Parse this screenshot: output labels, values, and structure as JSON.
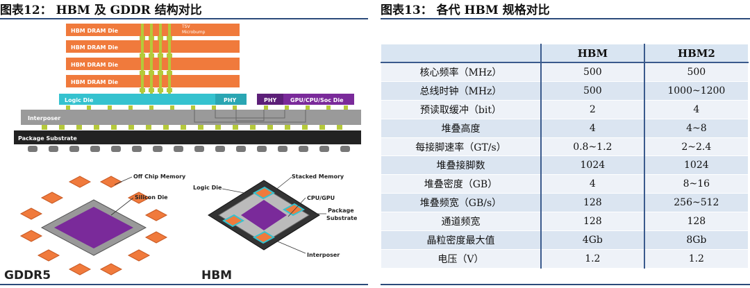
{
  "left_figure": {
    "title": "图表12：  HBM 及 GDDR 结构对比",
    "dram_die_label": "HBM DRAM Die",
    "tsv_label": "TSV",
    "microbump_label": "Microbump",
    "logic_die_label": "Logic Die",
    "phy_label": "PHY",
    "phy2_label": "PHY",
    "gpu_die_label": "GPU/CPU/Soc Die",
    "interposer_label": "Interposer",
    "package_substrate_label": "Package Substrate",
    "off_chip_memory_label": "Off Chip Memory",
    "silicon_die_label": "Silicon Die",
    "gddr5_label": "GDDR5",
    "hbm_logic_die_label": "Logic Die",
    "stacked_memory_label": "Stacked Memory",
    "cpu_gpu_label": "CPU/GPU",
    "package_label": "Package",
    "substrate_label": "Substrate",
    "hbm_interposer_label": "Interposer",
    "hbm_label": "HBM"
  },
  "right_figure": {
    "title": "图表13：   各代 HBM 规格对比",
    "table": {
      "headers": [
        "",
        "HBM",
        "HBM2"
      ],
      "rows": [
        [
          "核心频率（MHz）",
          "500",
          "500"
        ],
        [
          "总线时钟（MHz）",
          "500",
          "1000~1200"
        ],
        [
          "预读取缓冲（bit）",
          "2",
          "4"
        ],
        [
          "堆叠高度",
          "4",
          "4~8"
        ],
        [
          "每接脚速率（GT/s）",
          "0.8~1.2",
          "2~2.4"
        ],
        [
          "堆叠接脚数",
          "1024",
          "1024"
        ],
        [
          "堆叠密度（GB）",
          "4",
          "8~16"
        ],
        [
          "堆叠频宽（GB/s）",
          "128",
          "256~512"
        ],
        [
          "通道频宽",
          "128",
          "128"
        ],
        [
          "晶粒密度最大值",
          "4Gb",
          "8Gb"
        ],
        [
          "电压（V）",
          "1.2",
          "1.2"
        ]
      ]
    }
  },
  "colors": {
    "dram_orange": "#f07a3c",
    "logic_cyan": "#35c2cf",
    "gpu_purple": "#7a2a9a",
    "interposer_gray": "#9a9a9a",
    "substrate_dark": "#222222",
    "bump_green": "#b5c93a",
    "rule_blue": "#2b4a7a"
  }
}
